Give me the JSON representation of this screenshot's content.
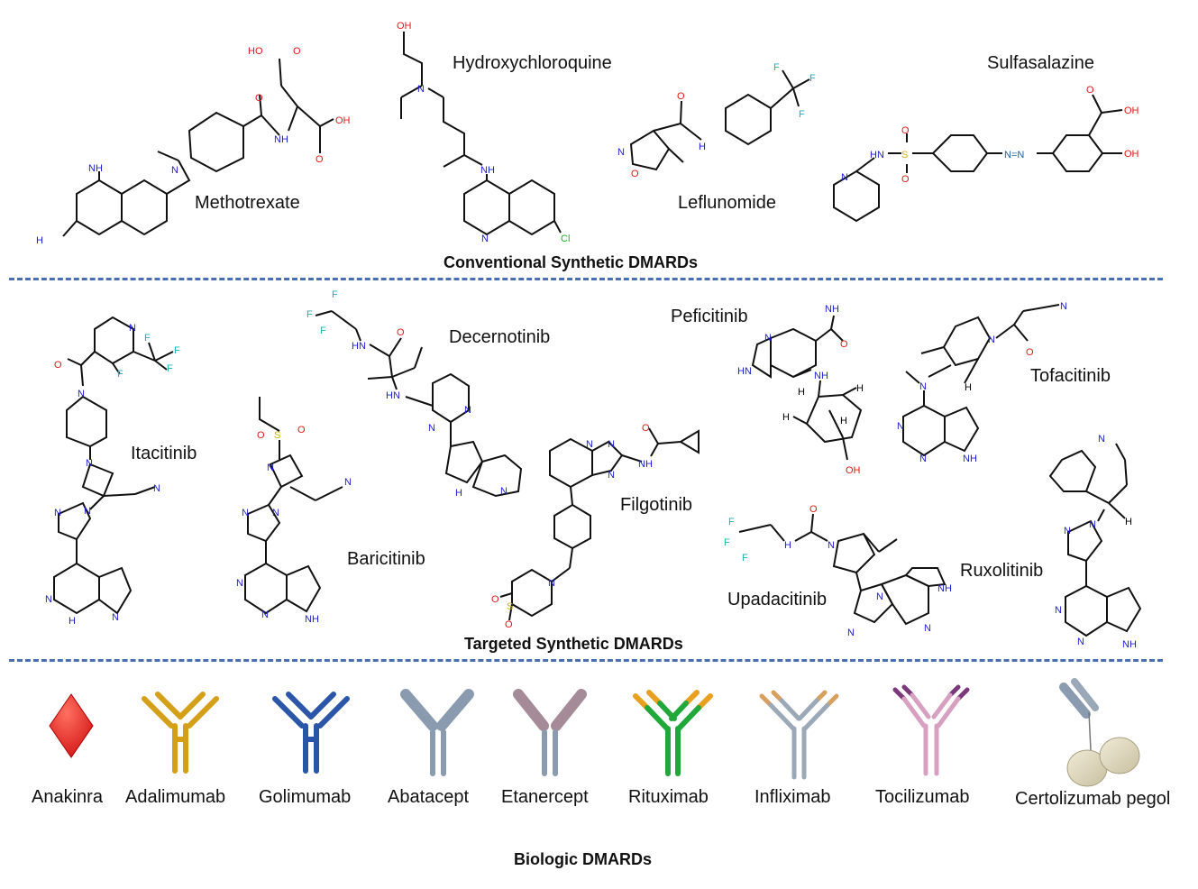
{
  "sections": {
    "conventional": {
      "title": "Conventional Synthetic DMARDs",
      "drugs": [
        "Methotrexate",
        "Hydroxychloroquine",
        "Leflunomide",
        "Sulfasalazine"
      ]
    },
    "targeted": {
      "title": "Targeted Synthetic DMARDs",
      "drugs": [
        "Itacitinib",
        "Baricitinib",
        "Decernotinib",
        "Peficitinib",
        "Tofacitinib",
        "Filgotinib",
        "Upadacitinib",
        "Ruxolitinib"
      ]
    },
    "biologic": {
      "title": "Biologic DMARDs",
      "drugs": [
        "Anakinra",
        "Adalimumab",
        "Golimumab",
        "Abatacept",
        "Etanercept",
        "Rituximab",
        "Infliximab",
        "Tocilizumab",
        "Certolizumab pegol"
      ]
    }
  },
  "atoms": {
    "oh": "OH",
    "ho": "HO",
    "o": "O",
    "n": "N",
    "nh": "NH",
    "hn": "HN",
    "nh2": "NH",
    "h2n": "H",
    "h": "H",
    "cl": "Cl",
    "f": "F",
    "s": "S",
    "nn": "N=N"
  },
  "colors": {
    "separator": "#4a6fb0",
    "nitrogen": "#2020d0",
    "oxygen": "#e01818",
    "halogen_f": "#20b0b0",
    "chlorine": "#20b020",
    "sulfur": "#c8b400",
    "anakinra": "#e8201a",
    "adalimumab": "#d4a017",
    "golimumab": "#2a55a8",
    "abatacept": "#8a9bb0",
    "etanercept": "#a58a98",
    "rituximab_green": "#22a83a",
    "rituximab_orange": "#e8a020",
    "infliximab_tip": "#d8a060",
    "tocilizumab": "#d8a0c0",
    "tocilizumab_tip": "#7a3a7a",
    "certolizumab_peg": "#e0d8c0"
  }
}
